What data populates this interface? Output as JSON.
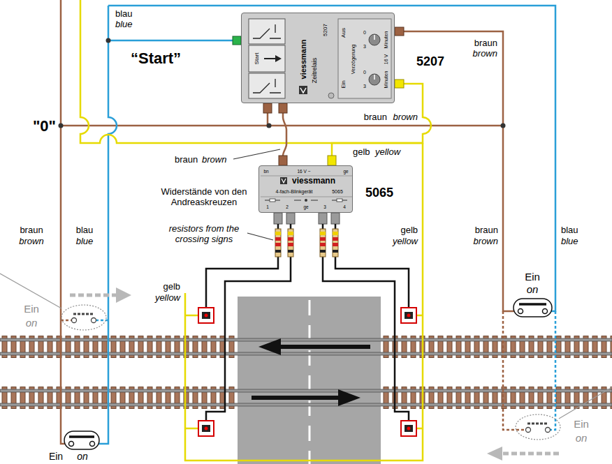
{
  "diagram": {
    "nodes": [
      {
        "text": [
          "viessmann",
          "Zeitrelais",
          "5207",
          "Start",
          "Aus",
          "Verzögerung",
          "Minuten",
          "Ein",
          "Minuten",
          "16 V",
          "0",
          "3",
          "0",
          "3",
          "5207"
        ]
      },
      {
        "text": [
          "bn",
          "16 V ~",
          "ge",
          "viessmann",
          "4-fach-Blinkgerät",
          "5065",
          "1",
          "2",
          "ge",
          "3",
          "4",
          "5065"
        ]
      }
    ],
    "edges": [
      {
        "from": 0,
        "to": 1,
        "arrow": "none"
      },
      {
        "from": 0,
        "to": 1,
        "arrow": "none"
      }
    ],
    "labels": [
      "blau",
      "blue",
      "“Start”",
      "braun",
      "brown",
      "\"0\"",
      "braun",
      "brown",
      "braun",
      "brown",
      "gelb",
      "yellow",
      "Widerstände von den Andreaskreuzen",
      "resistors from the crossing signs",
      "braun",
      "brown",
      "blau",
      "blue",
      "gelb",
      "yellow",
      "braun",
      "brown",
      "blau",
      "blue",
      "gelb",
      "yellow",
      "Ein",
      "on",
      "Ein",
      "on",
      "Ein",
      "on",
      "Ein",
      "on"
    ]
  }
}
